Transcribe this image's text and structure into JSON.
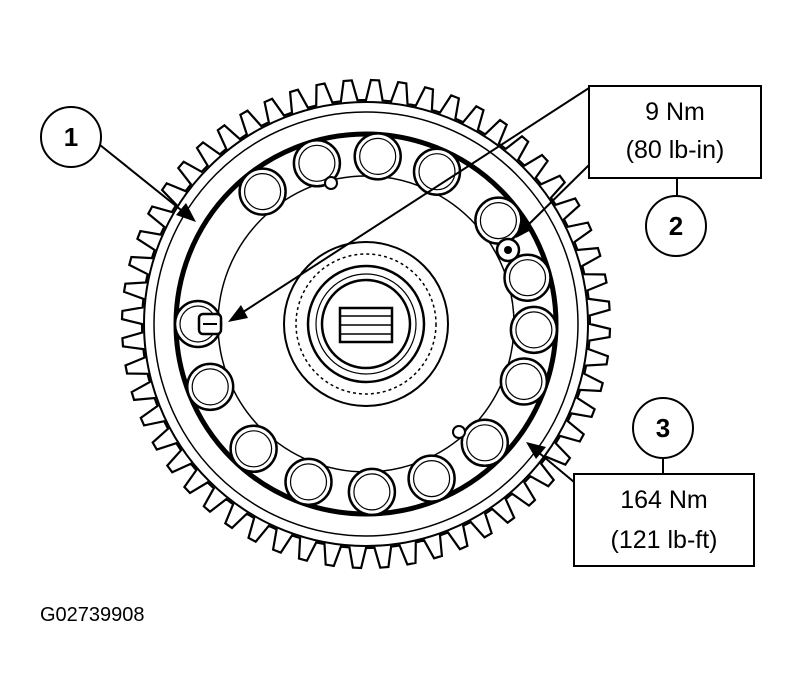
{
  "callouts": [
    {
      "number": "1"
    },
    {
      "number": "2"
    },
    {
      "number": "3"
    }
  ],
  "specs": {
    "small_bolt": {
      "metric": "9 Nm",
      "imperial": "(80 lb-in)"
    },
    "center_bolt": {
      "metric": "164 Nm",
      "imperial": "(121 lb-ft)"
    }
  },
  "figure_id": "G02739908",
  "colors": {
    "ink": "#000000",
    "paper": "#ffffff"
  }
}
